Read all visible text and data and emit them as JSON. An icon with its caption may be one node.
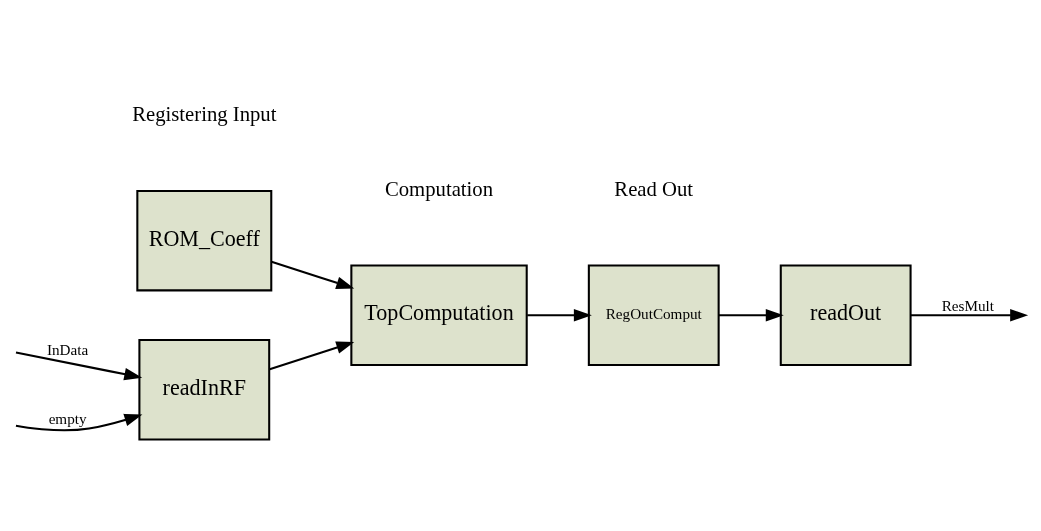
{
  "diagram": {
    "nodes": [
      {
        "text": [
          "readInRF"
        ]
      },
      {
        "text": [
          "ROM_Coeff"
        ]
      },
      {
        "text": [
          "TopComputation"
        ]
      },
      {
        "text": [
          "RegOutComput"
        ]
      },
      {
        "text": [
          "readOut"
        ]
      }
    ],
    "edges": [
      {
        "from": null,
        "to": 0,
        "arrow": "to",
        "label": "InData"
      },
      {
        "from": null,
        "to": 0,
        "arrow": "to",
        "label": "empty"
      },
      {
        "from": 0,
        "to": 2,
        "arrow": "to"
      },
      {
        "from": 1,
        "to": 2,
        "arrow": "to"
      },
      {
        "from": 2,
        "to": 3,
        "arrow": "to"
      },
      {
        "from": 3,
        "to": 4,
        "arrow": "to"
      },
      {
        "from": 4,
        "to": null,
        "arrow": "to",
        "label": "ResMult"
      }
    ],
    "labels": [
      "Registering Input",
      "Computation",
      "Read Out"
    ]
  }
}
